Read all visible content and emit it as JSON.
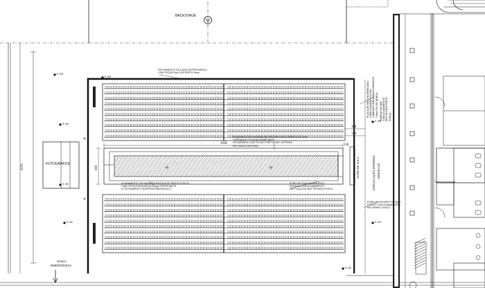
{
  "labels": {
    "backstage": "BACKSTAGE",
    "fotografos": "FOTOGRAFOS",
    "saida": "SAIDA",
    "emergencia": "EMERGÊNCIA",
    "circulacao": "CIRCULAÇÃO INTERNA",
    "modelos": "MODELOS",
    "saida_de_sala": "SAÍDA DE SALA",
    "passarela_label": "Passarela Provisória"
  },
  "dimensions": {
    "left_vertical": "2070",
    "runway_length": "2920",
    "runway_width": "300",
    "runway_end": "120",
    "side_a": "160",
    "side_b": "130"
  },
  "elevations": {
    "e1": "0.00",
    "e2": "0.00",
    "e3": "0.00",
    "e4": "0.00",
    "e5": "0.00",
    "e6": "0.00",
    "e7": "0.00",
    "e8": "0.00"
  },
  "notes": {
    "top_note": "FECHAMENTO DA CAIXA DA PASSARELA\nCOM TECIDO NA COR PRETO 5mm",
    "upper_right": "PLACA DE MDF ENVERNIZADA\nCOM ACABAMENTO EM\nLAMINADO MELAMINICO BRANCO\nCOM FITA DE BORDA",
    "runway_top": "PASSARELA EM MADEIRA REVESTIDA COM CARPETE DE 4mm\nCORTADA E COLADA SOBRE BASE\nDE MADEIRA COM TECIDO PRETO NAS LATERAIS\nEM LINHA CONTINUA",
    "runway_left_bottom": "ACABAMENTO EM MADEIRA PINTADA DE PRETO FOSCO\nCOM ESTRUTURA METALICA AUTOPORTANTE\nE FECHAMENTO SUPERIOR EM ACRILICO",
    "runway_right_bottom": "ESPELHO D'AGUA SEM PISO\nBORDAS COM ACABAMENTO\nEM PLACA DE MDF PINTADA FOSCA",
    "bottom_right": "ESPELHO EM MDF PINTADO\nFOSCO COM ACABAMENTO\nEM VERNIZ FOSCO",
    "right_tall": "PAREDE DE MDF\nCOM ACABAMENTO\nEM PINTURA PRETA\nFOSCA"
  }
}
